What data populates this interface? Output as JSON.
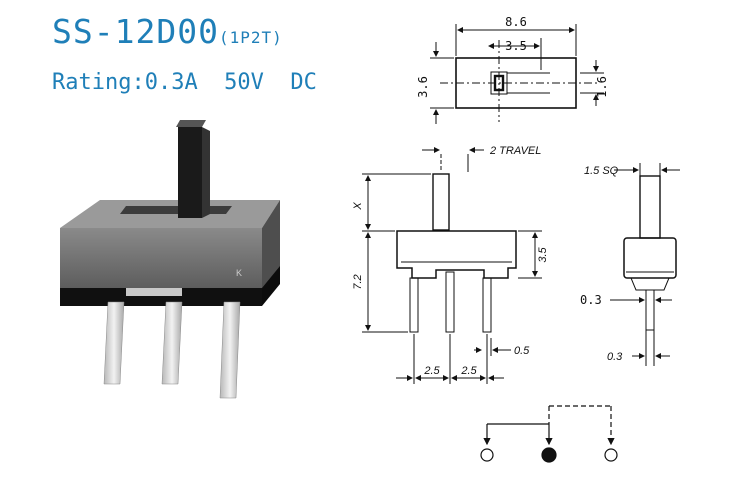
{
  "header": {
    "model": "SS-12D00",
    "configuration": "(1P2T)",
    "rating": "Rating:0.3A  50V  DC"
  },
  "drawing": {
    "top_view": {
      "width": "8.6",
      "slider_width": "3.5",
      "height": "3.6",
      "slider_height": "1.6"
    },
    "front_view": {
      "travel": "2 TRAVEL",
      "actuator_height": "X",
      "total_height": "7.2",
      "body_height": "3.5",
      "pin_width": "0.5",
      "pitch_left": "2.5",
      "pitch_right": "2.5"
    },
    "side_view": {
      "actuator": "1.5 SQ",
      "pin_thickness": "0.3",
      "pin_tip": "0.3"
    }
  },
  "colors": {
    "title": "#1f7fb8"
  }
}
